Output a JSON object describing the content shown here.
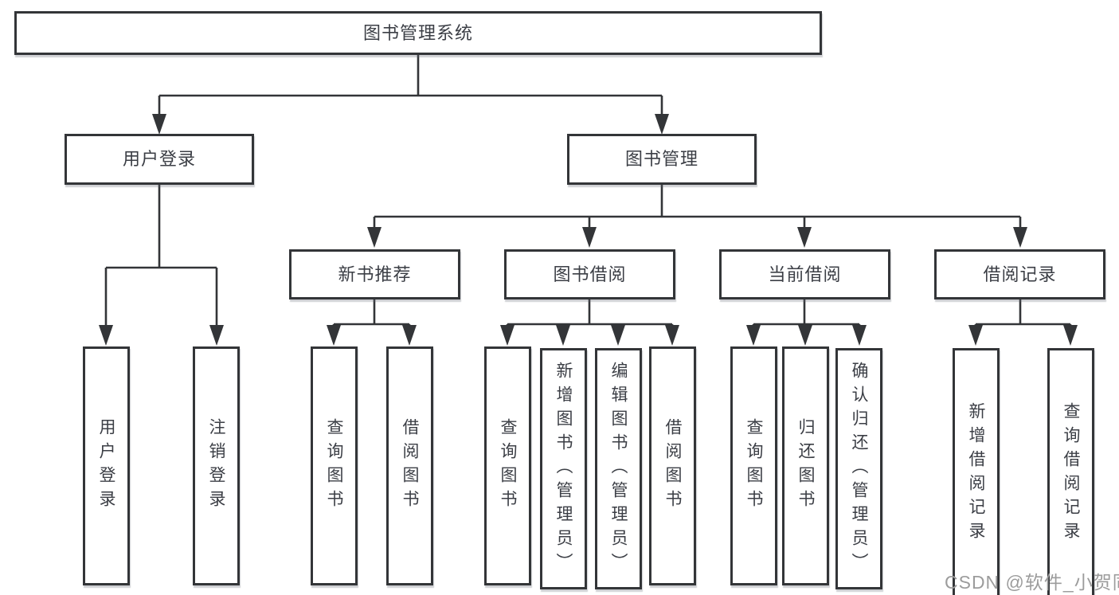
{
  "diagram": {
    "type": "hierarchy-flowchart",
    "root": {
      "label": "图书管理系统"
    },
    "branches": [
      {
        "label": "用户登录",
        "children": [
          {
            "label": "用户登录"
          },
          {
            "label": "注销登录"
          }
        ]
      },
      {
        "label": "图书管理",
        "children": [
          {
            "label": "新书推荐",
            "children": [
              {
                "label": "查询图书"
              },
              {
                "label": "借阅图书"
              }
            ]
          },
          {
            "label": "图书借阅",
            "children": [
              {
                "label": "查询图书"
              },
              {
                "label": "新增图书（管理员）"
              },
              {
                "label": "编辑图书（管理员）"
              },
              {
                "label": "借阅图书"
              }
            ]
          },
          {
            "label": "当前借阅",
            "children": [
              {
                "label": "查询图书"
              },
              {
                "label": "归还图书"
              },
              {
                "label": "确认归还（管理员）"
              }
            ]
          },
          {
            "label": "借阅记录",
            "children": [
              {
                "label": "新增借阅记录"
              },
              {
                "label": "查询借阅记录"
              }
            ]
          }
        ]
      }
    ]
  },
  "watermark": "CSDN @软件_小贺同学",
  "colors": {
    "line": "#333538",
    "text": "#3b3e45",
    "box_bg": "#ffffff",
    "watermark": "#9c9c9c"
  }
}
